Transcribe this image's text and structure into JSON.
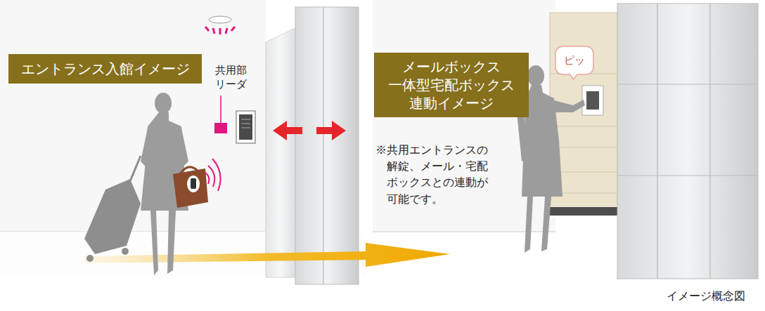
{
  "diagram": {
    "nodes": [
      {
        "text": [
          "エントランス入館イメージ"
        ]
      },
      {
        "text": [
          "メールボックス 一体型宅配ボックス 連動イメージ"
        ]
      },
      {
        "text": [
          "ピッ"
        ]
      }
    ],
    "labels": [
      "共用部 リーダ",
      "※共用エントランスの 解錠、メール・宅配 ボックスとの連動が 可能です。",
      "イメージ概念図"
    ]
  }
}
